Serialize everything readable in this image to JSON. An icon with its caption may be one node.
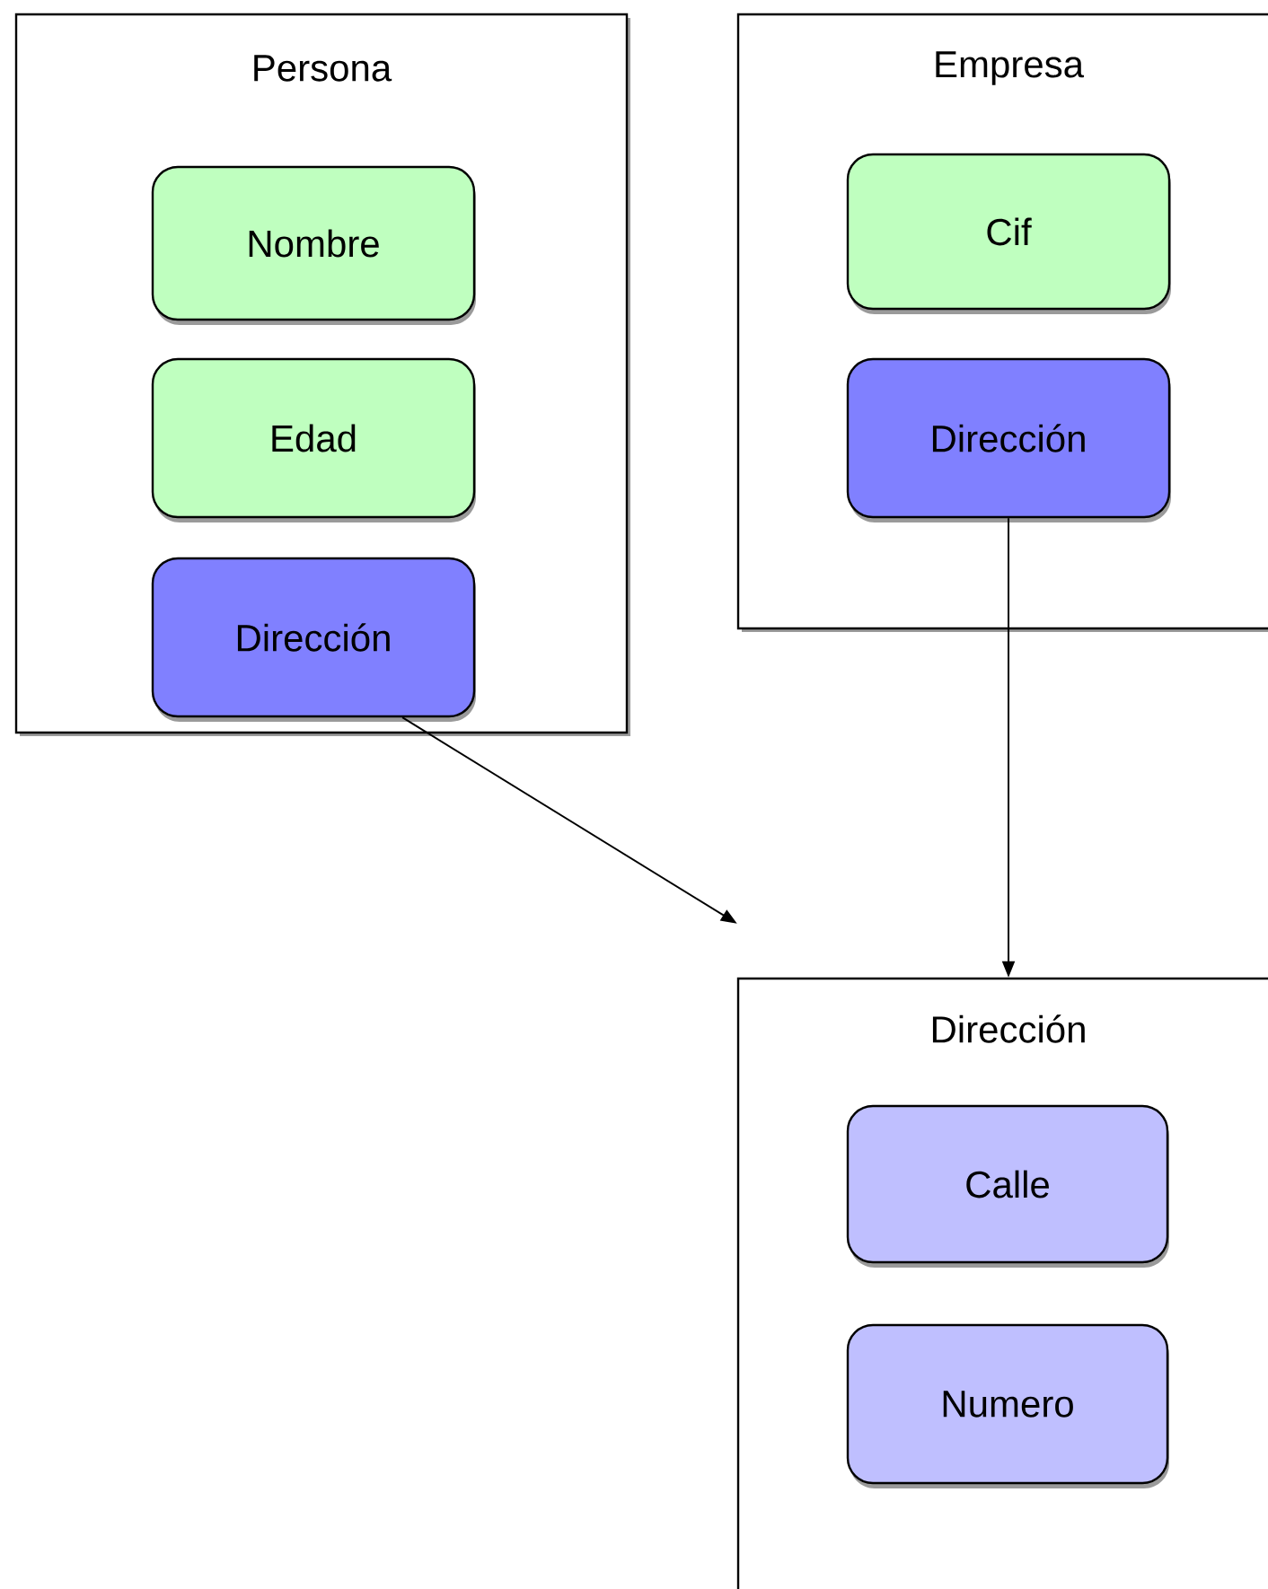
{
  "diagram": {
    "nodes": [
      {
        "text": [
          "Persona"
        ]
      },
      {
        "text": [
          "Nombre"
        ],
        "in": 0
      },
      {
        "text": [
          "Edad"
        ],
        "in": 0
      },
      {
        "text": [
          "Dirección"
        ],
        "in": 0
      },
      {
        "text": [
          "Empresa"
        ]
      },
      {
        "text": [
          "Cif"
        ],
        "in": 4
      },
      {
        "text": [
          "Dirección"
        ],
        "in": 4
      },
      {
        "text": [
          "Dirección"
        ]
      },
      {
        "text": [
          "Calle"
        ],
        "in": 7
      },
      {
        "text": [
          "Numero"
        ],
        "in": 7
      }
    ],
    "edges": [
      {
        "from": 3,
        "to": 7,
        "arrow": "to"
      },
      {
        "from": 6,
        "to": 7,
        "arrow": "to"
      }
    ]
  }
}
